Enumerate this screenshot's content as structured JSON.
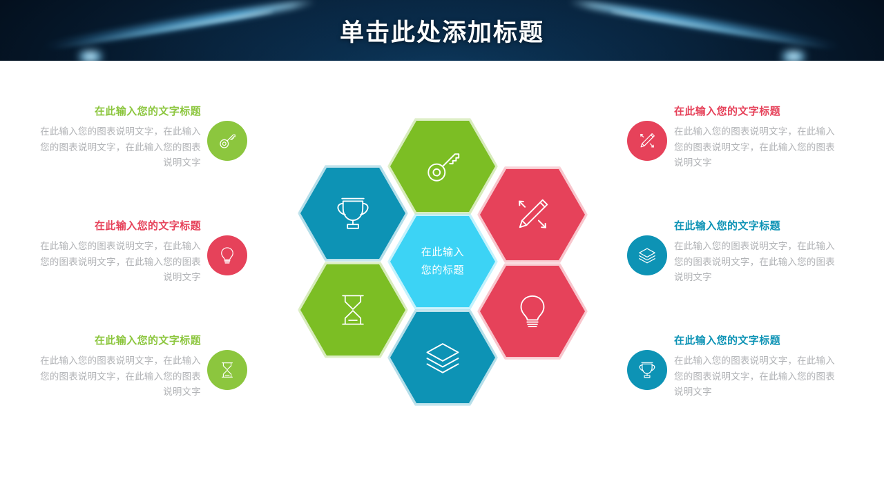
{
  "header": {
    "title": "单击此处添加标题",
    "background_color": "#04101f",
    "accent_color": "#6ecdff",
    "title_color": "#ffffff"
  },
  "palette": {
    "green": "#7CBE24",
    "teal": "#0D93B5",
    "red": "#E6425A",
    "cyan": "#3CD3F5",
    "body_gray": "#b0b2b5"
  },
  "center_hex": {
    "line1": "在此输入",
    "line2": "您的标题",
    "color": "#3CD3F5",
    "icon": "center-label"
  },
  "hexagons": [
    {
      "position": "top-center",
      "icon": "key-icon",
      "color": "#7CBE24"
    },
    {
      "position": "upper-left",
      "icon": "trophy-icon",
      "color": "#0D93B5"
    },
    {
      "position": "upper-right",
      "icon": "pencil-icon",
      "color": "#E6425A"
    },
    {
      "position": "lower-left",
      "icon": "hourglass-icon",
      "color": "#7CBE24"
    },
    {
      "position": "lower-right",
      "icon": "bulb-icon",
      "color": "#E6425A"
    },
    {
      "position": "bottom-center",
      "icon": "layers-icon",
      "color": "#0D93B5"
    }
  ],
  "left_blocks": [
    {
      "title": "在此输入您的文字标题",
      "body": "在此输入您的图表说明文字，在此输入您的图表说明文字，在此输入您的图表说明文字",
      "color": "#8CC63E",
      "icon": "key-icon"
    },
    {
      "title": "在此输入您的文字标题",
      "body": "在此输入您的图表说明文字，在此输入您的图表说明文字，在此输入您的图表说明文字",
      "color": "#E6425A",
      "icon": "bulb-icon"
    },
    {
      "title": "在此输入您的文字标题",
      "body": "在此输入您的图表说明文字，在此输入您的图表说明文字，在此输入您的图表说明文字",
      "color": "#8CC63E",
      "icon": "hourglass-icon"
    }
  ],
  "right_blocks": [
    {
      "title": "在此输入您的文字标题",
      "body": "在此输入您的图表说明文字，在此输入您的图表说明文字，在此输入您的图表说明文字",
      "color": "#E6425A",
      "icon": "pencil-icon"
    },
    {
      "title": "在此输入您的文字标题",
      "body": "在此输入您的图表说明文字，在此输入您的图表说明文字，在此输入您的图表说明文字",
      "color": "#0D93B5",
      "icon": "layers-icon"
    },
    {
      "title": "在此输入您的文字标题",
      "body": "在此输入您的图表说明文字，在此输入您的图表说明文字，在此输入您的图表说明文字",
      "color": "#0D93B5",
      "icon": "trophy-icon"
    }
  ]
}
